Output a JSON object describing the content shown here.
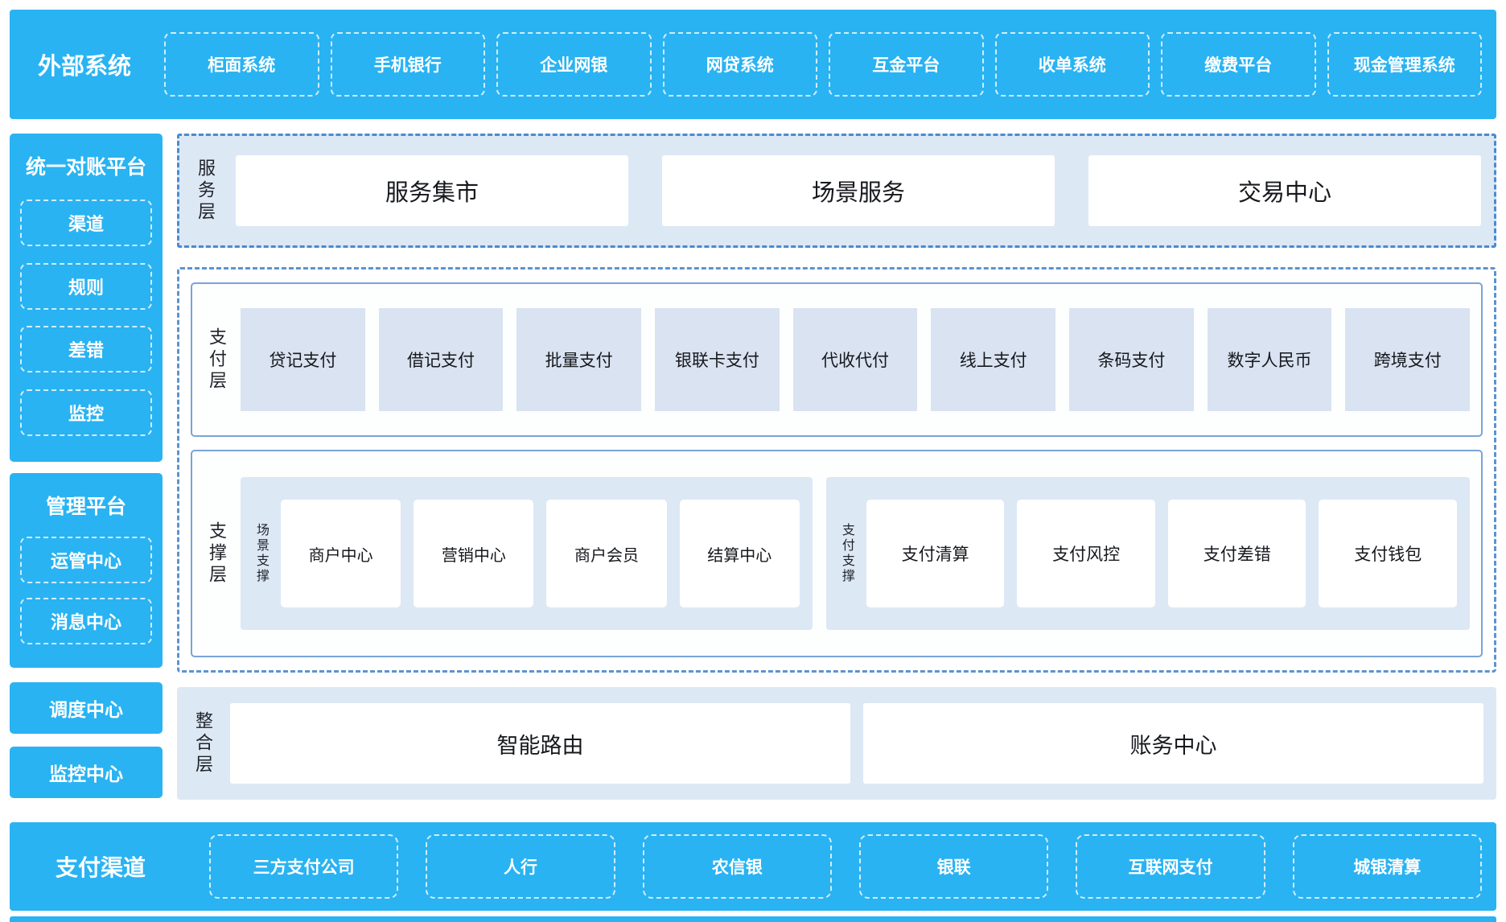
{
  "colors": {
    "accent_cyan": "#29b3f2",
    "panel_light_blue": "#dde8f5",
    "item_light_blue": "#d9e3f1",
    "solid_border_blue": "#7aa4d8",
    "dashed_border_blue": "#5b94cf",
    "text_dark": "#1f2329"
  },
  "top_banner": {
    "label": "外部系统",
    "items": [
      "柜面系统",
      "手机银行",
      "企业网银",
      "网贷系统",
      "互金平台",
      "收单系统",
      "缴费平台",
      "现金管理系统"
    ]
  },
  "sidebar": {
    "reconciliation": {
      "title": "统一对账平台",
      "items": [
        "渠道",
        "规则",
        "差错",
        "监控"
      ]
    },
    "management": {
      "title": "管理平台",
      "items": [
        "运管中心",
        "消息中心"
      ]
    },
    "dispatch_label": "调度中心",
    "monitor_label": "监控中心"
  },
  "service_layer": {
    "label": "服务层",
    "items": [
      "服务集市",
      "场景服务",
      "交易中心"
    ]
  },
  "payment_layer": {
    "label": "支付层",
    "items": [
      "贷记支付",
      "借记支付",
      "批量支付",
      "银联卡支付",
      "代收代付",
      "线上支付",
      "条码支付",
      "数字人民币",
      "跨境支付"
    ]
  },
  "support_layer": {
    "label": "支撑层",
    "groups": [
      {
        "label": "场景支撑",
        "items": [
          "商户中心",
          "营销中心",
          "商户会员",
          "结算中心"
        ]
      },
      {
        "label": "支付支撑",
        "items": [
          "支付清算",
          "支付风控",
          "支付差错",
          "支付钱包"
        ]
      }
    ]
  },
  "integration_layer": {
    "label": "整合层",
    "items": [
      "智能路由",
      "账务中心"
    ]
  },
  "bottom_banner": {
    "label": "支付渠道",
    "items": [
      "三方支付公司",
      "人行",
      "农信银",
      "银联",
      "互联网支付",
      "城银清算"
    ]
  }
}
